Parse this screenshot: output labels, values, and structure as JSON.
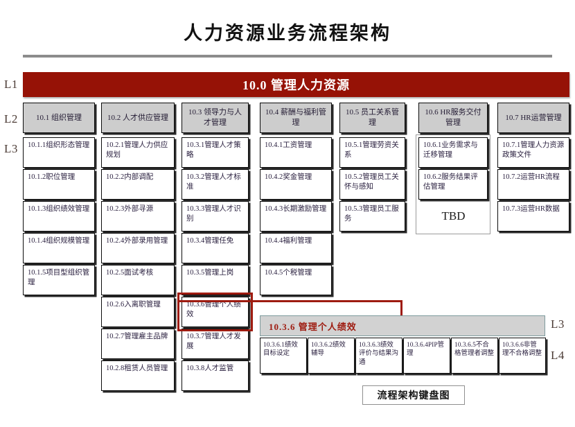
{
  "title": "人力资源业务流程架构",
  "levels": {
    "l1": "L1",
    "l2": "L2",
    "l3": "L3",
    "l3_right": "L3",
    "l4_right": "L4"
  },
  "l1": {
    "label": "10.0 管理人力资源",
    "color": "#961206"
  },
  "columns": [
    {
      "l2": "10.1 组织管理",
      "l3": [
        "10.1.1组织形态管理",
        "10.1.2职位管理",
        "10.1.3组织绩效管理",
        "10.1.4组织规模管理",
        "10.1.5项目型组织管理"
      ]
    },
    {
      "l2": "10.2 人才供应管理",
      "l3": [
        "10.2.1管理人力供应规划",
        "10.2.2内部调配",
        "10.2.3外部寻源",
        "10.2.4外部录用管理",
        "10.2.5面试考核",
        "10.2.6入离职管理",
        "10.2.7管理雇主品牌",
        "10.2.8租赁人员管理"
      ]
    },
    {
      "l2": "10.3 领导力与人才管理",
      "l3": [
        "10.3.1管理人才策略",
        "10.3.2管理人才标准",
        "10.3.3管理人才识别",
        "10.3.4管理任免",
        "10.3.5管理上岗",
        "10.3.6管理个人绩效",
        "10.3.7管理人才发展",
        "10.3.8人才监管"
      ],
      "selected_index": 5
    },
    {
      "l2": "10.4 薪酬与福利管理",
      "l3": [
        "10.4.1工资管理",
        "10.4.2奖金管理",
        "10.4.3长期激励管理",
        "10.4.4福利管理",
        "10.4.5个税管理"
      ]
    },
    {
      "l2": "10.5 员工关系管理",
      "l3": [
        "10.5.1管理劳资关系",
        "10.5.2管理员工关怀与感知",
        "10.5.3管理员工服务"
      ]
    },
    {
      "l2": "10.6 HR服务交付管理",
      "l3": [
        "10.6.1业务需求与迁移管理",
        "10.6.2服务结果评估管理"
      ],
      "placeholder": "TBD",
      "wrapped": true
    },
    {
      "l2": "10.7 HR运营管理",
      "l3": [
        "10.7.1管理人力资源政策文件",
        "10.7.2运营HR流程",
        "10.7.3运营HR数据"
      ]
    }
  ],
  "detail": {
    "header": "10.3.6 管理个人绩效",
    "header_text_color": "#9e1b10",
    "items": [
      "10.3.6.1绩效目标设定",
      "10.3.6.2绩效辅导",
      "10.3.6.3绩效评价与结果沟通",
      "10.3.6.4PIP管理",
      "10.3.6.5不合格管理者调整",
      "10.3.6.6非管理不合格调整"
    ]
  },
  "highlight_color": "#9e1b10",
  "footer": {
    "label": "流程架构键盘图"
  }
}
